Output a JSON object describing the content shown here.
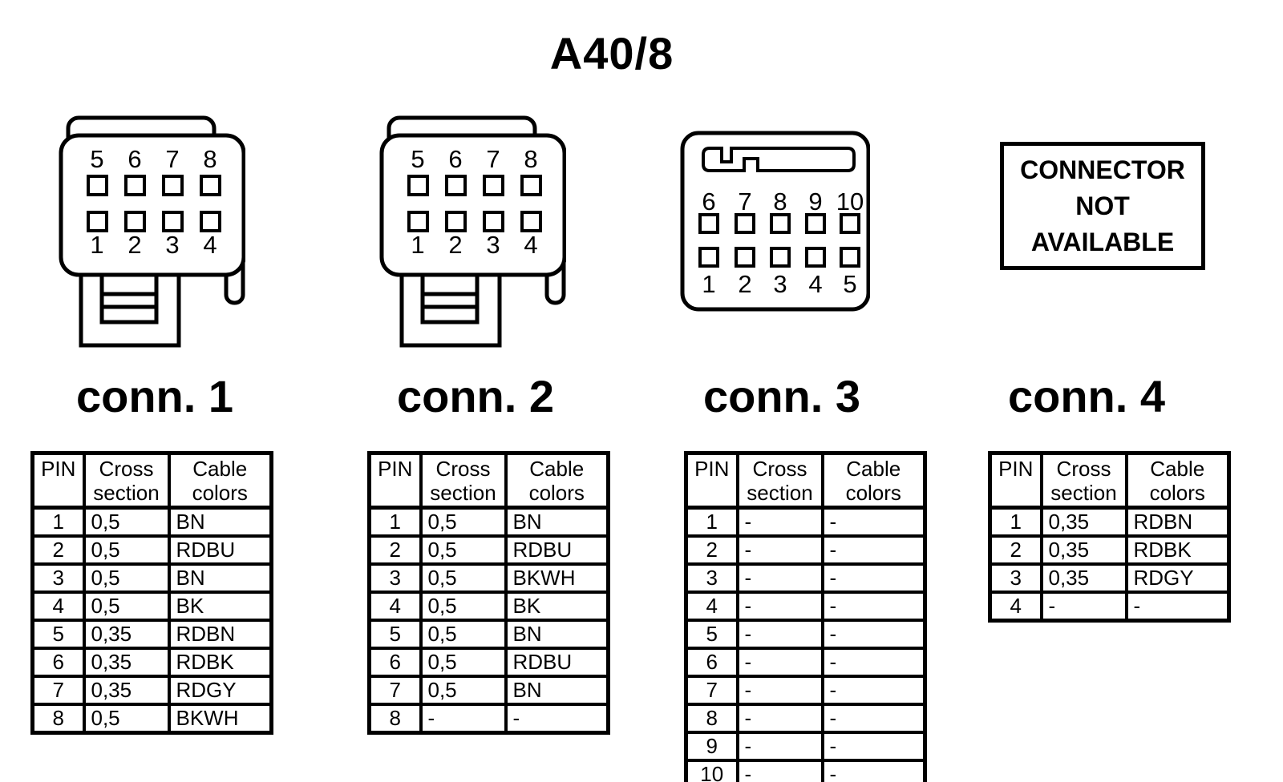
{
  "title": "A40/8",
  "table_headers": {
    "pin": "PIN",
    "cross_l1": "Cross",
    "cross_l2": "section",
    "cable_l1": "Cable",
    "cable_l2": "colors"
  },
  "colors": {
    "foreground": "#000000",
    "background": "#ffffff"
  },
  "connectors": [
    {
      "label": "conn. 1",
      "pins_top": [
        "5",
        "6",
        "7",
        "8"
      ],
      "pins_bottom": [
        "1",
        "2",
        "3",
        "4"
      ],
      "rows": [
        [
          "1",
          "0,5",
          "BN"
        ],
        [
          "2",
          "0,5",
          "RDBU"
        ],
        [
          "3",
          "0,5",
          "BN"
        ],
        [
          "4",
          "0,5",
          "BK"
        ],
        [
          "5",
          "0,35",
          "RDBN"
        ],
        [
          "6",
          "0,35",
          "RDBK"
        ],
        [
          "7",
          "0,35",
          "RDGY"
        ],
        [
          "8",
          "0,5",
          "BKWH"
        ]
      ]
    },
    {
      "label": "conn. 2",
      "pins_top": [
        "5",
        "6",
        "7",
        "8"
      ],
      "pins_bottom": [
        "1",
        "2",
        "3",
        "4"
      ],
      "rows": [
        [
          "1",
          "0,5",
          "BN"
        ],
        [
          "2",
          "0,5",
          "RDBU"
        ],
        [
          "3",
          "0,5",
          "BKWH"
        ],
        [
          "4",
          "0,5",
          "BK"
        ],
        [
          "5",
          "0,5",
          "BN"
        ],
        [
          "6",
          "0,5",
          "RDBU"
        ],
        [
          "7",
          "0,5",
          "BN"
        ],
        [
          "8",
          "-",
          "-"
        ]
      ]
    },
    {
      "label": "conn. 3",
      "pins_top": [
        "6",
        "7",
        "8",
        "9",
        "10"
      ],
      "pins_bottom": [
        "1",
        "2",
        "3",
        "4",
        "5"
      ],
      "rows": [
        [
          "1",
          "-",
          "-"
        ],
        [
          "2",
          "-",
          "-"
        ],
        [
          "3",
          "-",
          "-"
        ],
        [
          "4",
          "-",
          "-"
        ],
        [
          "5",
          "-",
          "-"
        ],
        [
          "6",
          "-",
          "-"
        ],
        [
          "7",
          "-",
          "-"
        ],
        [
          "8",
          "-",
          "-"
        ],
        [
          "9",
          "-",
          "-"
        ],
        [
          "10",
          "-",
          "-"
        ]
      ]
    },
    {
      "label": "conn. 4",
      "not_available": [
        "CONNECTOR",
        "NOT",
        "AVAILABLE"
      ],
      "rows": [
        [
          "1",
          "0,35",
          "RDBN"
        ],
        [
          "2",
          "0,35",
          "RDBK"
        ],
        [
          "3",
          "0,35",
          "RDGY"
        ],
        [
          "4",
          "-",
          "-"
        ]
      ]
    }
  ]
}
